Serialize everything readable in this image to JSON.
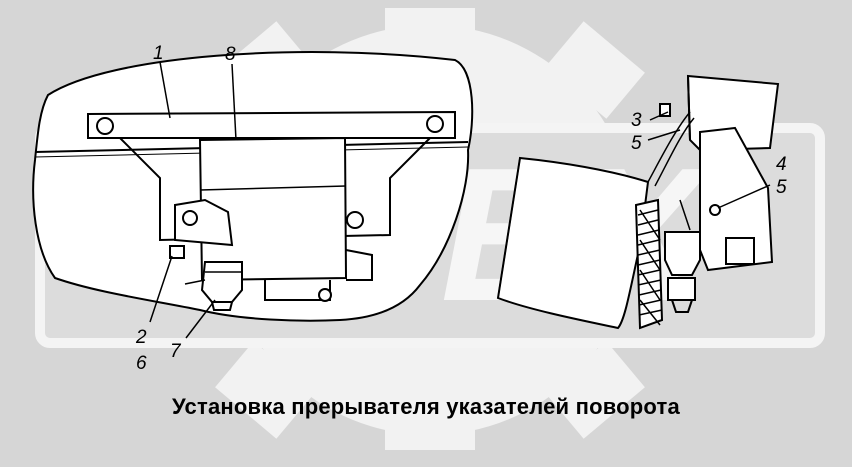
{
  "figure": {
    "callouts": {
      "c1": "1",
      "c8": "8",
      "c3": "3",
      "c5a": "5",
      "c4": "4",
      "c5b": "5",
      "c2": "2",
      "c6": "6",
      "c7": "7"
    },
    "watermark_text": "OPEX",
    "colors": {
      "background": "#d6d6d6",
      "watermark": "#f2f2f2",
      "panel": "#ffffff",
      "line": "#000000"
    }
  },
  "caption": "Установка прерывателя указателей поворота"
}
